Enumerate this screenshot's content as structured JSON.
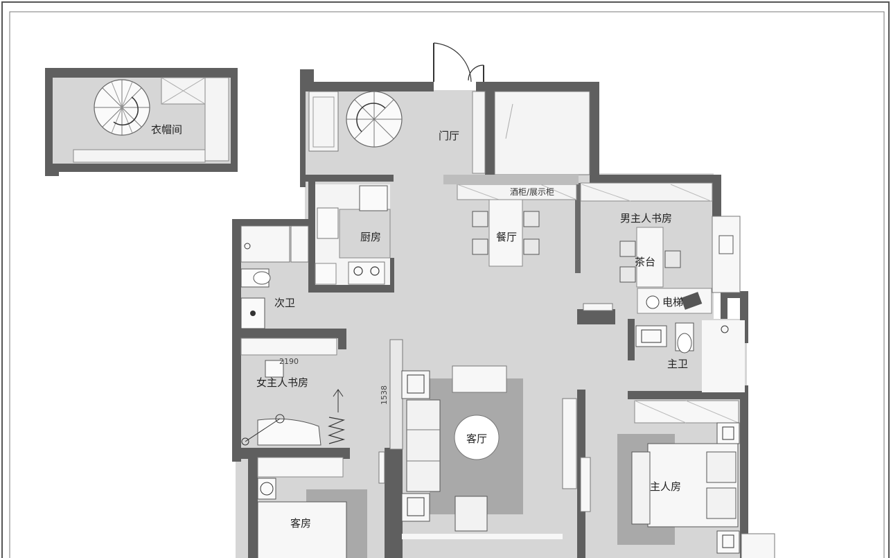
{
  "rooms": {
    "closet": "衣帽间",
    "foyer": "门厅",
    "wine_cabinet": "酒柜/展示柜",
    "kitchen": "厨房",
    "dining": "餐厅",
    "male_study": "男主人书房",
    "tea_table": "茶台",
    "secondary_bath": "次卫",
    "elevator": "电梯",
    "master_bath": "主卫",
    "female_study": "女主人书房",
    "living_room": "客厅",
    "master_bedroom": "主人房",
    "guest_room": "客房"
  },
  "dimensions": {
    "study_width": "2190",
    "wall_dim": "1538"
  },
  "colors": {
    "wall": "#5f5f5f",
    "floor": "#d6d6d6",
    "rug": "#a9a9a9",
    "furniture": "#f5f5f5",
    "line": "#8a8a8a"
  }
}
